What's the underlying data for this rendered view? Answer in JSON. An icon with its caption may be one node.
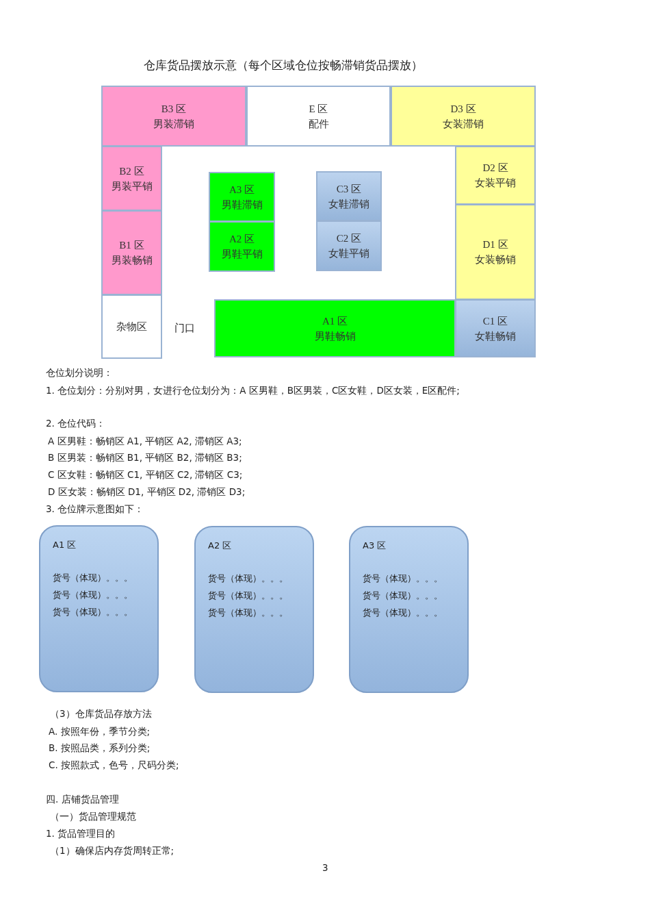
{
  "diagram": {
    "title": "仓库货品摆放示意（每个区域仓位按畅滞销货品摆放）",
    "nodes": [
      {
        "text": [
          "B3 区",
          "男装滞销"
        ]
      },
      {
        "text": [
          "E 区",
          "配件"
        ]
      },
      {
        "text": [
          "D3 区",
          "女装滞销"
        ]
      },
      {
        "text": [
          "B2 区",
          "男装平销"
        ]
      },
      {
        "text": [
          "A3 区",
          "男鞋滞销"
        ]
      },
      {
        "text": [
          "C3 区",
          "女鞋滞销"
        ]
      },
      {
        "text": [
          "D2 区",
          "女装平销"
        ]
      },
      {
        "text": [
          "A2 区",
          "男鞋平销"
        ]
      },
      {
        "text": [
          "C2 区",
          "女鞋平销"
        ]
      },
      {
        "text": [
          "B1 区",
          "男装畅销"
        ]
      },
      {
        "text": [
          "D1 区",
          "女装畅销"
        ]
      },
      {
        "text": [
          "杂物区"
        ]
      },
      {
        "text": [
          "A1 区",
          "男鞋畅销"
        ]
      },
      {
        "text": [
          "C1 区",
          "女鞋畅销"
        ]
      },
      {
        "text": [
          "A1 区",
          "货号（体现）。。。",
          "货号（体现）。。。",
          "货号（体现）。。。"
        ]
      },
      {
        "text": [
          "A2 区",
          "货号（体现）。。。",
          "货号（体现）。。。",
          "货号（体现）。。。"
        ]
      },
      {
        "text": [
          "A3 区",
          "货号（体现）。。。",
          "货号（体现）。。。",
          "货号（体现）。。。"
        ]
      }
    ],
    "edges": [],
    "labels": [
      "门口",
      "仓位划分说明：",
      "1. 仓位划分：分别对男，女进行仓位划分为：A 区男鞋，B区男装，C区女鞋，D区女装，E区配件;",
      "2. 仓位代码：",
      "A 区男鞋：畅销区 A1, 平销区 A2, 滞销区 A3;",
      "B 区男装：畅销区 B1, 平销区 B2, 滞销区 B3;",
      "C 区女鞋：畅销区 C1, 平销区 C2, 滞销区 C3;",
      "D 区女装：畅销区 D1, 平销区 D2, 滞销区 D3;",
      "3. 仓位牌示意图如下：",
      "（3）仓库货品存放方法",
      "A. 按照年份，季节分类;",
      "B. 按照品类，系列分类;",
      "C. 按照款式，色号，尺码分类;",
      "四. 店铺货品管理",
      "（一）货品管理规范",
      "1. 货品管理目的",
      "（1）确保店内存货周转正常;",
      "3"
    ]
  }
}
